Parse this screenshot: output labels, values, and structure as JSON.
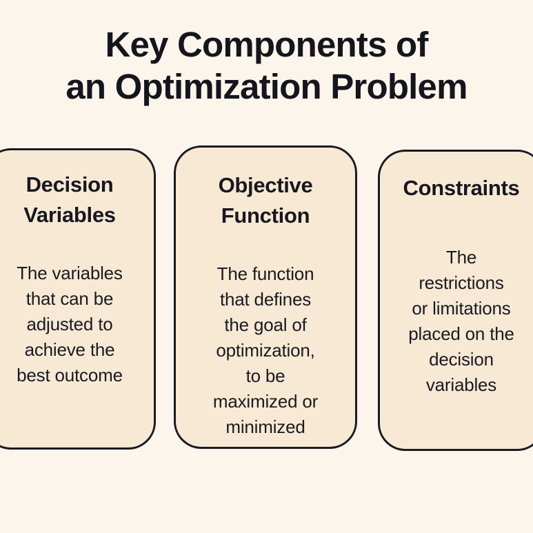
{
  "header": {
    "title_lines": [
      "Key Components of",
      "an Optimization Problem"
    ]
  },
  "cards": [
    {
      "id": "decision-variables",
      "title_lines": [
        "Decision",
        "Variables"
      ],
      "body_lines": [
        "The variables",
        "that can be",
        "adjusted to",
        "achieve the",
        "best outcome"
      ]
    },
    {
      "id": "objective-function",
      "title_lines": [
        "Objective",
        "Function"
      ],
      "body_lines": [
        "The function",
        "that defines",
        "the goal of",
        "optimization,",
        "to be",
        "maximized or",
        "minimized"
      ]
    },
    {
      "id": "constraints",
      "title_lines": [
        "Constraints"
      ],
      "body_lines": [
        "The",
        "restrictions",
        "or limitations",
        "placed on the",
        "decision",
        "variables"
      ]
    }
  ],
  "colors": {
    "page_background": "#FBF5EC",
    "card_background": "#F7E9D4",
    "card_border": "#1A1A22",
    "text": "#17171F"
  }
}
